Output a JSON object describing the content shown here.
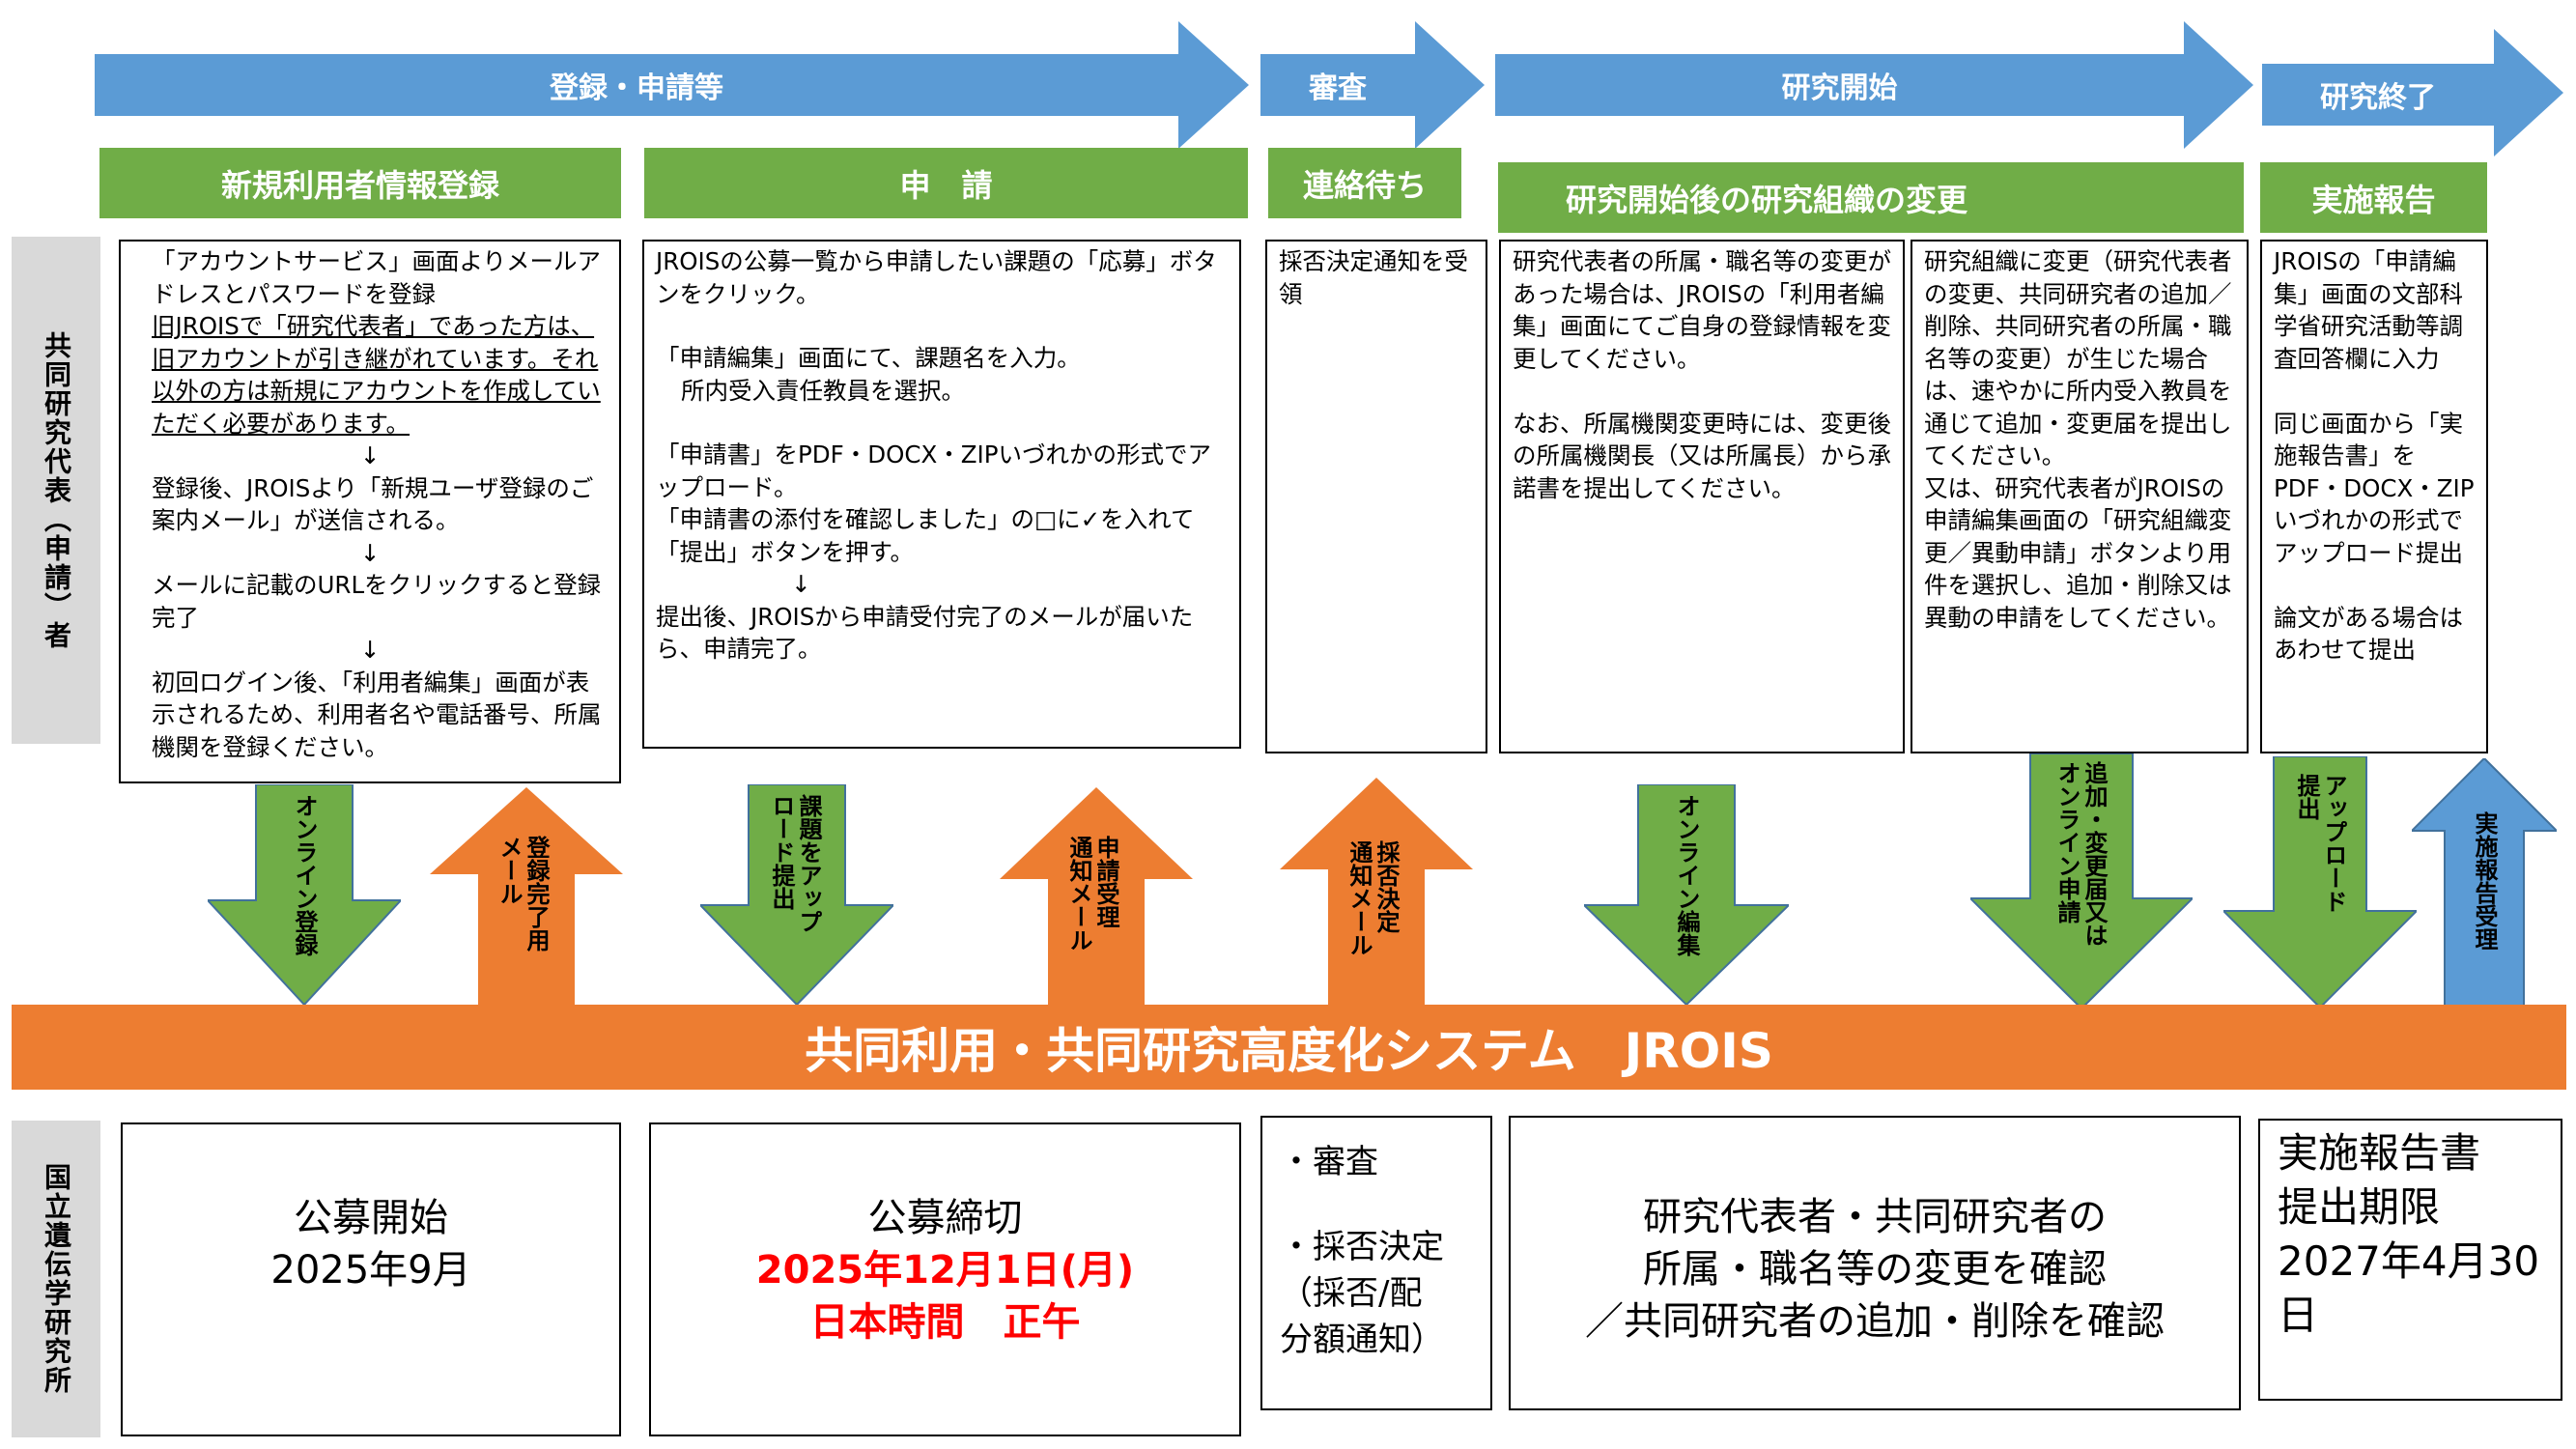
{
  "colors": {
    "phase_blue": "#5b9bd5",
    "header_green": "#70ad47",
    "arrow_green": "#70ad47",
    "arrow_orange": "#ed7d31",
    "arrow_blue": "#5b9bd5",
    "side_gray": "#d9d9d9",
    "deadline_red": "#ff0000"
  },
  "phases": [
    "登録・申請等",
    "審査",
    "研究開始",
    "研究終了"
  ],
  "headers": [
    "新規利用者情報登録",
    "申　請",
    "連絡待ち",
    "研究開始後の研究組織の変更",
    "実施報告"
  ],
  "side_labels": {
    "applicant": "共同研究代表（申請）者",
    "institute": "国立遺伝学研究所"
  },
  "boxes": {
    "registration": {
      "line1": "「アカウントサービス」画面よりメールアドレスとパスワードを登録",
      "underlined": "旧JROISで「研究代表者」であった方は、旧アカウントが引き継がれています。それ以外の方は新規にアカウントを作成していただく必要があります。",
      "arrow1": "↓",
      "line2": "登録後、JROISより「新規ユーザ登録のご案内メール」が送信される。",
      "arrow2": "↓",
      "line3": "メールに記載のURLをクリックすると登録完了",
      "arrow3": "↓",
      "line4": "初回ログイン後、「利用者編集」画面が表示されるため、利用者名や電話番号、所属機関を登録ください。"
    },
    "application": {
      "line1": "JROISの公募一覧から申請したい課題の「応募」ボタンをクリック。",
      "line2": "「申請編集」画面にて、課題名を入力。",
      "line3": "所内受入責任教員を選択。",
      "line4": "「申請書」をPDF・DOCX・ZIPいづれかの形式でアップロード。",
      "line5": "「申請書の添付を確認しました」の□に✓を入れて「提出」ボタンを押す。",
      "arrow": "↓",
      "line6": "提出後、JROISから申請受付完了のメールが届いたら、申請完了。"
    },
    "waiting": "採否決定通知を受領",
    "org_change_1": "研究代表者の所属・職名等の変更があった場合は、JROISの「利用者編集」画面にてご自身の登録情報を変更してください。\n\nなお、所属機関変更時には、変更後の所属機関長（又は所属長）から承諾書を提出してください。",
    "org_change_2": "研究組織に変更（研究代表者の変更、共同研究者の追加／削除、共同研究者の所属・職名等の変更）が生じた場合は、速やかに所内受入教員を通じて追加・変更届を提出してください。\n又は、研究代表者がJROISの申請編集画面の「研究組織変更／異動申請」ボタンより用件を選択し、追加・削除又は異動の申請をしてください。",
    "report": "JROISの「申請編集」画面の文部科学省研究活動等調査回答欄に入力\n\n同じ画面から「実施報告書」をPDF・DOCX・ZIPいづれかの形式でアップロード提出\n\n論文がある場合はあわせて提出"
  },
  "flow_arrows": [
    {
      "label": "オンライン登録",
      "color": "green",
      "direction": "down"
    },
    {
      "label": "登録完了用\nメール",
      "color": "orange",
      "direction": "up"
    },
    {
      "label": "課題をアップ\nロード提出",
      "color": "green",
      "direction": "down"
    },
    {
      "label": "申請受理\n通知メール",
      "color": "orange",
      "direction": "up"
    },
    {
      "label": "採否決定\n通知メール",
      "color": "orange",
      "direction": "up"
    },
    {
      "label": "オンライン編集",
      "color": "green",
      "direction": "down"
    },
    {
      "label": "追加・変更届又は\nオンライン申請",
      "color": "green",
      "direction": "down"
    },
    {
      "label": "アップロード\n提出",
      "color": "green",
      "direction": "down"
    },
    {
      "label": "実施報告受理",
      "color": "blue",
      "direction": "up"
    }
  ],
  "system_name": "共同利用・共同研究高度化システム　JROIS",
  "institute_boxes": {
    "start": {
      "line1": "公募開始",
      "line2": "2025年9月"
    },
    "deadline": {
      "line1": "公募締切",
      "line2": "2025年12月1日(月)",
      "line3": "日本時間　正午"
    },
    "review": {
      "line1": "・審査",
      "line2": "・採否決定",
      "line3": "（採否/配",
      "line4": "分額通知）"
    },
    "confirm": {
      "line1": "研究代表者・共同研究者の",
      "line2": "所属・職名等の変更を確認",
      "line3": "／共同研究者の追加・削除を確認"
    },
    "report_deadline": {
      "line1": "実施報告書",
      "line2": "提出期限",
      "line3": "2027年4月30",
      "line4": "日"
    }
  }
}
